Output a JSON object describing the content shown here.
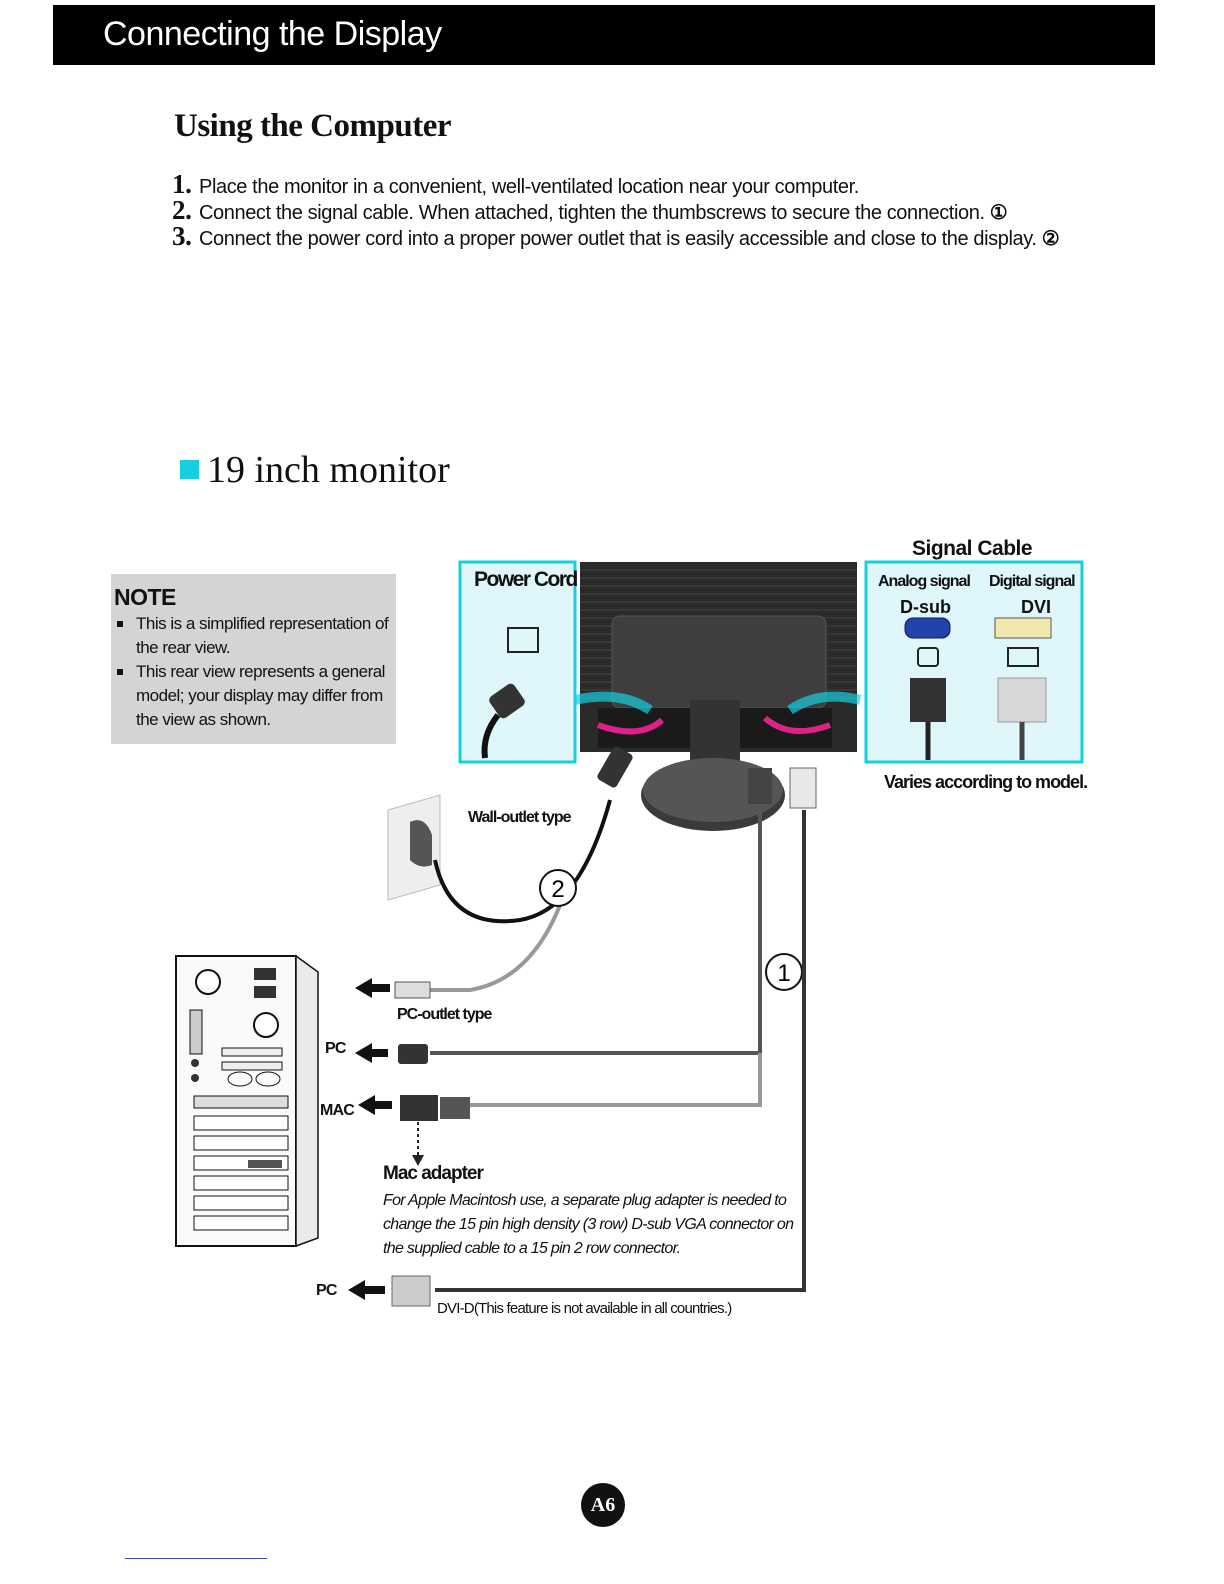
{
  "header": {
    "title": "Connecting the Display"
  },
  "section": {
    "title": "Using the Computer"
  },
  "steps": [
    {
      "num": "1.",
      "text": "Place the monitor in a convenient, well-ventilated location near your computer.",
      "callout": ""
    },
    {
      "num": "2.",
      "text": "Connect the signal cable. When attached, tighten the thumbscrews to secure the connection.",
      "callout": "①"
    },
    {
      "num": "3.",
      "text": "Connect the power cord into a proper power outlet  that is easily accessible and close to the display.",
      "callout": "②"
    }
  ],
  "subhead": "19 inch monitor",
  "note": {
    "title": "NOTE",
    "items": [
      "This is a simplified representation of the rear view.",
      "This rear view represents a general model; your display may differ from the view as shown."
    ]
  },
  "diagram": {
    "power_cord": "Power Cord",
    "signal_cable": "Signal Cable",
    "analog_signal": "Analog signal",
    "digital_signal": "Digital signal",
    "dsub": "D-sub",
    "dvi": "DVI",
    "varies": "Varies according to model.",
    "wall_outlet": "Wall-outlet type",
    "pc_outlet": "PC-outlet type",
    "pc1": "PC",
    "mac": "MAC",
    "pc2": "PC",
    "mac_adapter": "Mac adapter",
    "mac_adapter_desc": "For Apple Macintosh use, a  separate plug adapter is needed to change the 15 pin high density (3 row) D-sub VGA connector on the supplied cable to a 15 pin  2 row connector.",
    "dvi_d": "DVI-D(This feature is not available in all countries.)",
    "callout_1": "1",
    "callout_2": "2"
  },
  "colors": {
    "accent": "#16d0e0",
    "arrow": "#e0208a",
    "header_bg": "#000000",
    "note_bg": "#d4d4d4"
  },
  "page": {
    "number": "A6"
  }
}
